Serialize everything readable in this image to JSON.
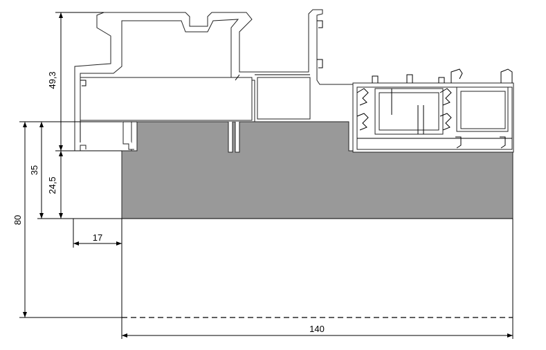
{
  "dimensions": {
    "profile_height": "49,3",
    "overlap_height": "35",
    "insert_depth": "24,5",
    "total_height": "80",
    "offset_width": "17",
    "total_width": "140"
  },
  "colors": {
    "section_fill": "#999999",
    "line": "#000000",
    "profile_stroke": "#222222"
  }
}
